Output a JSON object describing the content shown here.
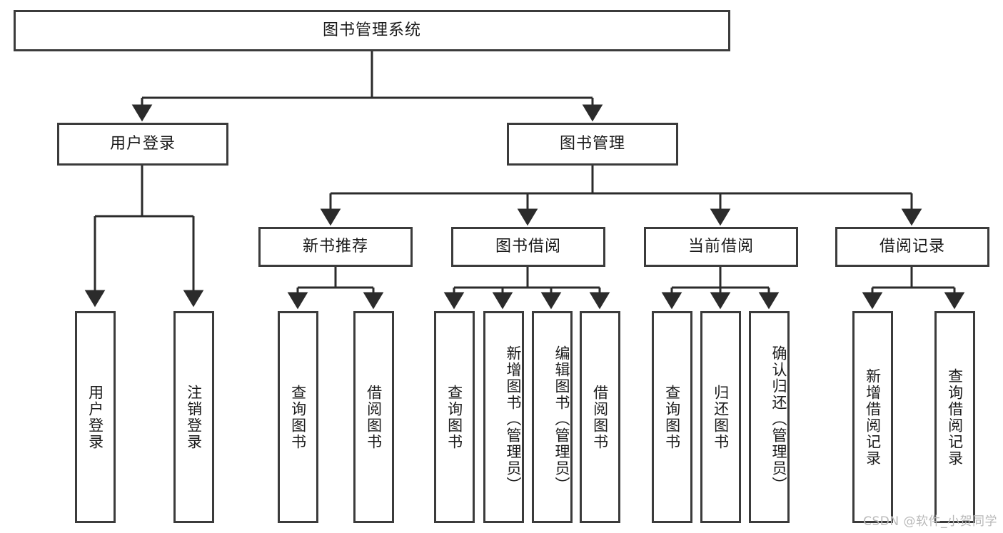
{
  "diagram": {
    "type": "tree-hierarchy-chart",
    "title": "图书管理系统",
    "watermark": "CSDN @软件_小贺同学",
    "colors": {
      "box_border": "#3b3b3b",
      "box_fill": "#ffffff",
      "edge": "#2b2b2b",
      "text": "#1a1a1a",
      "watermark": "#b9b9b9",
      "background": "#ffffff"
    },
    "levels": [
      {
        "level": 0,
        "nodes": [
          {
            "id": "root",
            "label": "图书管理系统",
            "orientation": "horizontal"
          }
        ]
      },
      {
        "level": 1,
        "nodes": [
          {
            "id": "user-login",
            "label": "用户登录",
            "orientation": "horizontal",
            "parent": "root"
          },
          {
            "id": "book-manage",
            "label": "图书管理",
            "orientation": "horizontal",
            "parent": "root"
          }
        ]
      },
      {
        "level": 2,
        "nodes": [
          {
            "id": "new-book-rec",
            "label": "新书推荐",
            "orientation": "horizontal",
            "parent": "book-manage"
          },
          {
            "id": "book-borrow",
            "label": "图书借阅",
            "orientation": "horizontal",
            "parent": "book-manage"
          },
          {
            "id": "current-borrow",
            "label": "当前借阅",
            "orientation": "horizontal",
            "parent": "book-manage"
          },
          {
            "id": "borrow-record",
            "label": "借阅记录",
            "orientation": "horizontal",
            "parent": "book-manage"
          }
        ]
      },
      {
        "level": 3,
        "nodes": [
          {
            "id": "leaf-user-login",
            "label": "用户登录",
            "orientation": "vertical",
            "parent": "user-login"
          },
          {
            "id": "leaf-user-logout",
            "label": "注销登录",
            "orientation": "vertical",
            "parent": "user-login"
          },
          {
            "id": "leaf-query-book-1",
            "label": "查询图书",
            "orientation": "vertical",
            "parent": "new-book-rec"
          },
          {
            "id": "leaf-borrow-book-1",
            "label": "借阅图书",
            "orientation": "vertical",
            "parent": "new-book-rec"
          },
          {
            "id": "leaf-query-book-2",
            "label": "查询图书",
            "orientation": "vertical",
            "parent": "book-borrow"
          },
          {
            "id": "leaf-add-book",
            "label": "新增图书（管理员）",
            "orientation": "vertical",
            "parent": "book-borrow"
          },
          {
            "id": "leaf-edit-book",
            "label": "编辑图书（管理员）",
            "orientation": "vertical",
            "parent": "book-borrow"
          },
          {
            "id": "leaf-borrow-book-2",
            "label": "借阅图书",
            "orientation": "vertical",
            "parent": "book-borrow"
          },
          {
            "id": "leaf-query-book-3",
            "label": "查询图书",
            "orientation": "vertical",
            "parent": "current-borrow"
          },
          {
            "id": "leaf-return-book",
            "label": "归还图书",
            "orientation": "vertical",
            "parent": "current-borrow"
          },
          {
            "id": "leaf-confirm-return",
            "label": "确认归还（管理员）",
            "orientation": "vertical",
            "parent": "current-borrow"
          },
          {
            "id": "leaf-add-record",
            "label": "新增借阅记录",
            "orientation": "vertical",
            "parent": "borrow-record"
          },
          {
            "id": "leaf-query-record",
            "label": "查询借阅记录",
            "orientation": "vertical",
            "parent": "borrow-record"
          }
        ]
      }
    ]
  }
}
